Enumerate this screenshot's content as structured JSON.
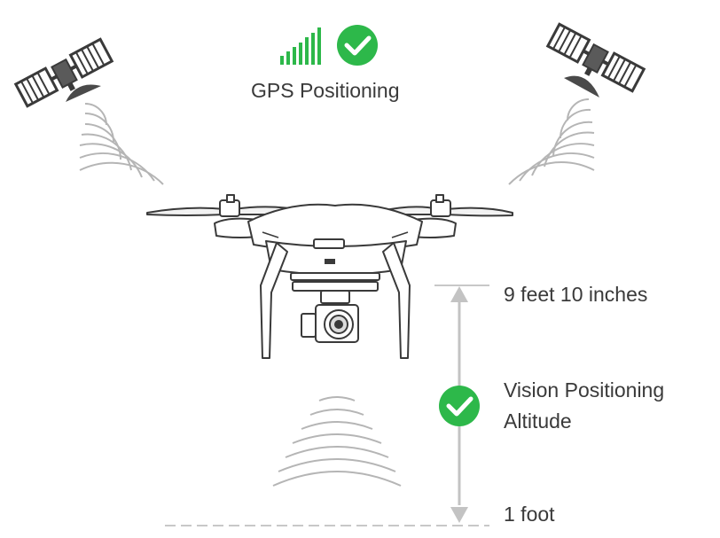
{
  "labels": {
    "gps_positioning": "GPS Positioning",
    "max_altitude": "9 feet 10 inches",
    "vision_line1": "Vision Positioning",
    "vision_line2": "Altitude",
    "min_altitude": "1 foot"
  },
  "icons": {
    "gps_signal": "signal-bars-icon",
    "gps_ok": "check-circle-icon",
    "vision_ok": "check-circle-icon",
    "satellite": "satellite-icon",
    "drone": "quadcopter-drone-icon"
  },
  "colors": {
    "check_green": "#2db84a",
    "signal_green": "#2db84a",
    "line_gray": "#b5b5b5",
    "arrow_gray": "#c3c3c3",
    "drone_outline": "#3a3a3a",
    "text": "#3a3a3a"
  }
}
